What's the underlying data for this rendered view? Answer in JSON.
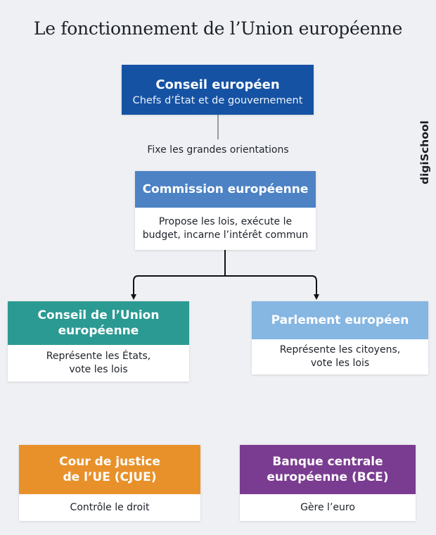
{
  "title": "Le fonctionnement de l’Union européenne",
  "brand": "digiSchool",
  "edge_label": "Fixe les grandes orientations",
  "nodes": {
    "conseil_europeen": {
      "title": "Conseil européen",
      "subtitle": "Chefs d’État et de gouvernement",
      "color": "#1552a3"
    },
    "commission": {
      "title": "Commission européenne",
      "description_line1": "Propose les lois, exécute le",
      "description_line2": "budget, incarne l’intérêt commun",
      "color": "#4d82c4"
    },
    "conseil_ue": {
      "title_line1": "Conseil de l’Union",
      "title_line2": "européenne",
      "description_line1": "Représente les États,",
      "description_line2": "vote les lois",
      "color": "#2b9a92"
    },
    "parlement": {
      "title": "Parlement européen",
      "description_line1": "Représente les citoyens,",
      "description_line2": "vote les lois",
      "color": "#86b6e2"
    },
    "cjue": {
      "title_line1": "Cour de justice",
      "title_line2": "de l’UE (CJUE)",
      "description": "Contrôle le droit",
      "color": "#e8912b"
    },
    "bce": {
      "title_line1": "Banque centrale",
      "title_line2": "européenne (BCE)",
      "description": "Gère l’euro",
      "color": "#7a3c90"
    }
  }
}
